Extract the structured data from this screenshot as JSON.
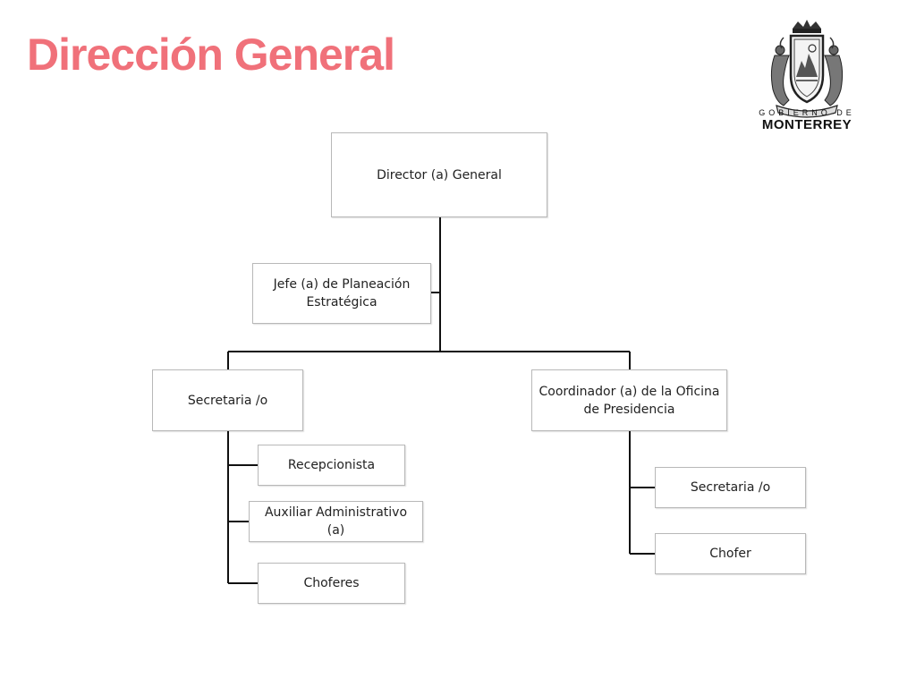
{
  "slide": {
    "title": "Dirección General",
    "title_color": "#f0717a"
  },
  "logo": {
    "line1": "GOBIERNO DE",
    "line2": "MONTERREY"
  },
  "org_chart": {
    "director": "Director (a) General",
    "planeacion": "Jefe (a) de Planeación Estratégica",
    "secretaria_left": "Secretaria /o",
    "coordinador": "Coordinador (a) de la Oficina de Presidencia",
    "recepcionista": "Recepcionista",
    "auxiliar": "Auxiliar Administrativo (a)",
    "choferes": "Choferes",
    "secretaria_right": "Secretaria /o",
    "chofer": "Chofer"
  },
  "colors": {
    "line": "#111111",
    "box_border": "#b8b8b8"
  }
}
